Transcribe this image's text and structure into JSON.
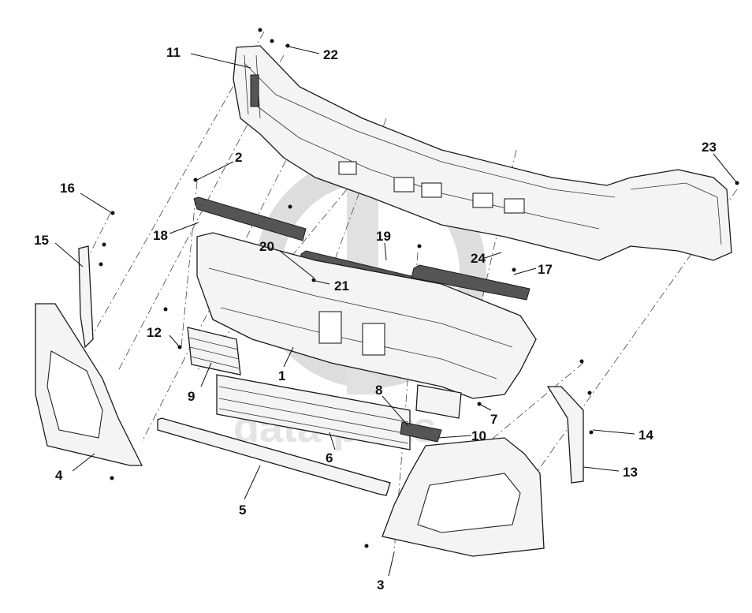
{
  "watermark": {
    "text": "data parts",
    "color": "#c8c8c8"
  },
  "callouts": [
    {
      "id": "c1",
      "label": "1"
    },
    {
      "id": "c2",
      "label": "2"
    },
    {
      "id": "c3",
      "label": "3"
    },
    {
      "id": "c4",
      "label": "4"
    },
    {
      "id": "c5",
      "label": "5"
    },
    {
      "id": "c6",
      "label": "6"
    },
    {
      "id": "c7",
      "label": "7"
    },
    {
      "id": "c8",
      "label": "8"
    },
    {
      "id": "c9",
      "label": "9"
    },
    {
      "id": "c10",
      "label": "10"
    },
    {
      "id": "c11",
      "label": "11"
    },
    {
      "id": "c12",
      "label": "12"
    },
    {
      "id": "c13",
      "label": "13"
    },
    {
      "id": "c14",
      "label": "14"
    },
    {
      "id": "c15",
      "label": "15"
    },
    {
      "id": "c16",
      "label": "16"
    },
    {
      "id": "c17",
      "label": "17"
    },
    {
      "id": "c18",
      "label": "18"
    },
    {
      "id": "c19",
      "label": "19"
    },
    {
      "id": "c20",
      "label": "20"
    },
    {
      "id": "c21",
      "label": "21"
    },
    {
      "id": "c22",
      "label": "22"
    },
    {
      "id": "c23",
      "label": "23"
    },
    {
      "id": "c24",
      "label": "24"
    }
  ]
}
